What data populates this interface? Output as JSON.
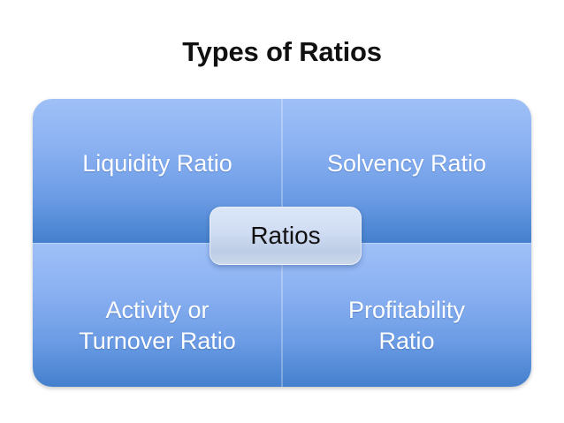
{
  "slide": {
    "title": "Types of Ratios"
  },
  "diagram": {
    "type": "matrix-2x2",
    "center": {
      "label": "Ratios"
    },
    "quadrants": [
      {
        "position": "top-left",
        "label": "Liquidity Ratio"
      },
      {
        "position": "top-right",
        "label": "Solvency Ratio"
      },
      {
        "position": "bottom-left",
        "label": "Activity or\nTurnover Ratio"
      },
      {
        "position": "bottom-right",
        "label": "Profitability\nRatio"
      }
    ]
  },
  "colors": {
    "gradient_light": "#9fc0f7",
    "gradient_dark": "#4480cd",
    "quadrant_text": "#ffffff",
    "center_fill": "#cfdcf2",
    "center_text": "#111111",
    "title_text": "#111111",
    "background": "#ffffff"
  }
}
